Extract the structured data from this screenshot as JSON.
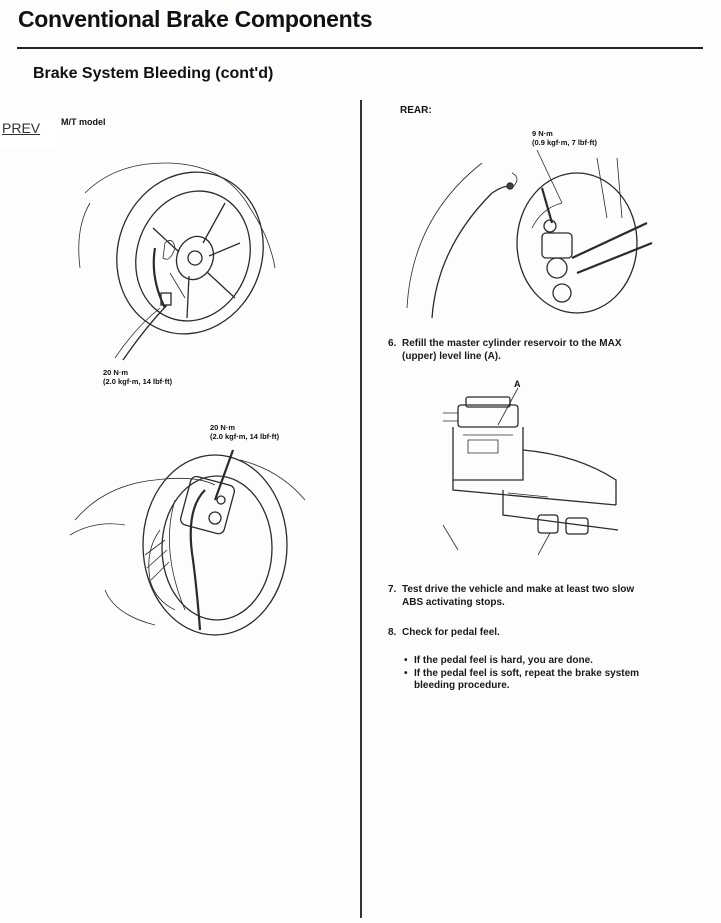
{
  "header": {
    "section_title": "Conventional Brake Components",
    "subtitle": "Brake System Bleeding (cont'd)"
  },
  "nav": {
    "prev_label": "PREV"
  },
  "left_column": {
    "model_label": "M/T model",
    "torque_front_upper": {
      "line1": "20 N·m",
      "line2": "(2.0 kgf·m, 14 lbf·ft)"
    },
    "torque_front_lower": {
      "line1": "20 N·m",
      "line2": "(2.0 kgf·m, 14 lbf·ft)"
    }
  },
  "right_column": {
    "rear_label": "REAR:",
    "torque_rear": {
      "line1": "9 N·m",
      "line2": "(0.9 kgf·m, 7 lbf·ft)"
    },
    "callout_a": "A",
    "steps": [
      {
        "number": "6.",
        "line1": "Refill the master cylinder reservoir to the MAX",
        "line2": "(upper) level line (A)."
      },
      {
        "number": "7.",
        "line1": "Test drive the vehicle and make at least two slow",
        "line2": "ABS activating stops."
      },
      {
        "number": "8.",
        "line1": "Check for pedal feel."
      }
    ],
    "bullets": [
      {
        "line1": "If the pedal feel is hard, you are done."
      },
      {
        "line1": "If the pedal feel is soft, repeat the brake system",
        "line2": "bleeding procedure."
      }
    ]
  }
}
